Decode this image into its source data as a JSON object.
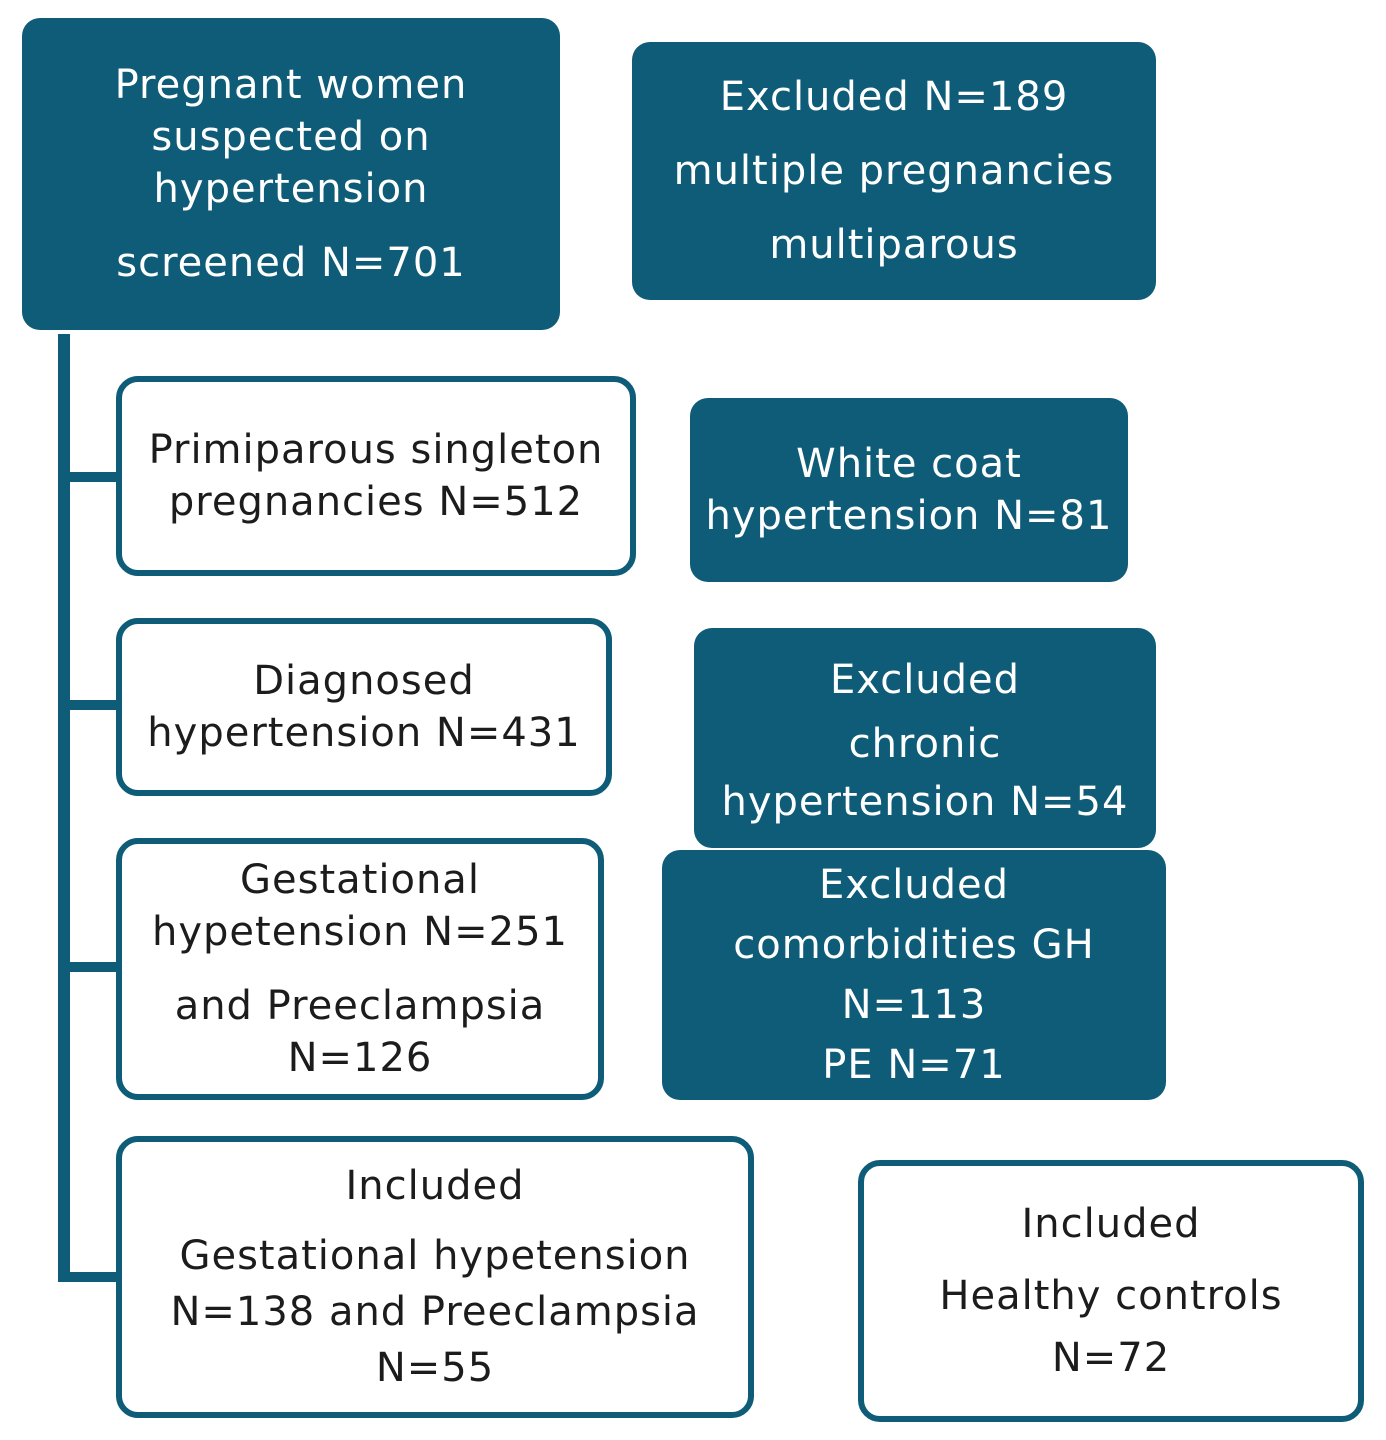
{
  "colors": {
    "fill": "#0e5c78",
    "outline": "#0e5c78",
    "line": "#0e5c78",
    "filled_text": "#ffffff",
    "outlined_text": "#1c1c1c"
  },
  "screening": {
    "lines": [
      "Pregnant women",
      "suspected on",
      "hypertension",
      "screened N=701"
    ]
  },
  "excluded_multiple": {
    "lines": [
      "Excluded N=189",
      "multiple pregnancies",
      "multiparous"
    ]
  },
  "primiparous": {
    "lines": [
      "Primiparous singleton",
      "pregnancies N=512"
    ]
  },
  "white_coat": {
    "lines": [
      "White coat",
      "hypertension N=81"
    ]
  },
  "diagnosed": {
    "lines": [
      "Diagnosed",
      "hypertension N=431"
    ]
  },
  "excluded_chronic": {
    "lines": [
      "Excluded",
      "chronic",
      "hypertension N=54"
    ]
  },
  "gestational": {
    "lines": [
      "Gestational",
      "hypetension N=251",
      "and Preeclampsia",
      "N=126"
    ]
  },
  "excluded_comorbidities": {
    "lines": [
      "Excluded",
      "comorbidities GH",
      "N=113",
      "PE N=71"
    ]
  },
  "included_cases": {
    "lines": [
      "Included",
      "Gestational hypetension",
      "N=138 and Preeclampsia",
      "N=55"
    ]
  },
  "included_controls": {
    "lines": [
      "Included",
      "Healthy controls",
      "N=72"
    ]
  }
}
